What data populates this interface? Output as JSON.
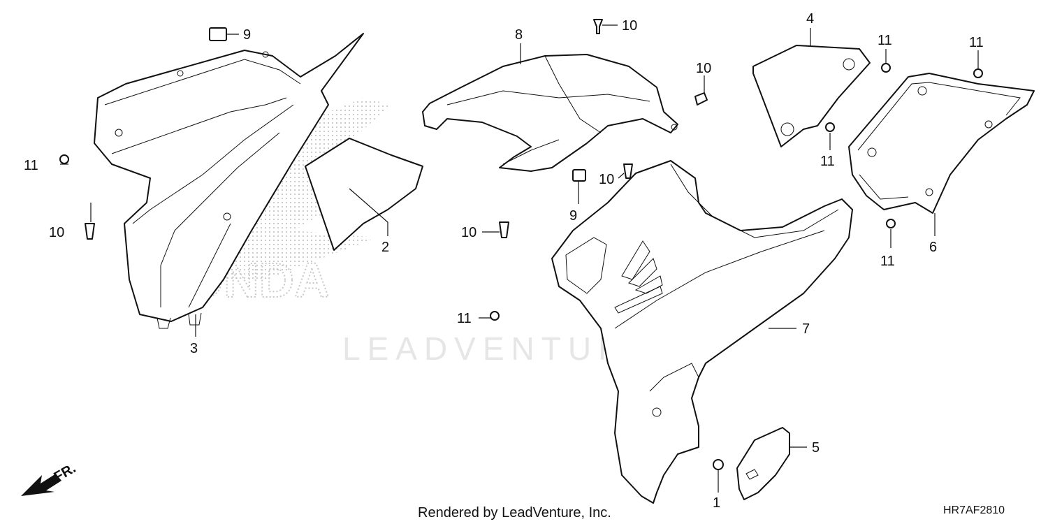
{
  "diagram": {
    "watermark": "LEADVENTURE",
    "honda_text": "HONDA",
    "footer": "Rendered by LeadVenture, Inc.",
    "diagram_code": "HR7AF2810",
    "direction_label": "FR.",
    "callouts": {
      "c1": "1",
      "c2": "2",
      "c3": "3",
      "c4": "4",
      "c5": "5",
      "c6": "6",
      "c7": "7",
      "c8": "8",
      "c9a": "9",
      "c9b": "9",
      "c10a": "10",
      "c10b": "10",
      "c10c": "10",
      "c10d": "10",
      "c11a": "11",
      "c11b": "11",
      "c11c": "11",
      "c11d": "11",
      "c11e": "11"
    }
  }
}
